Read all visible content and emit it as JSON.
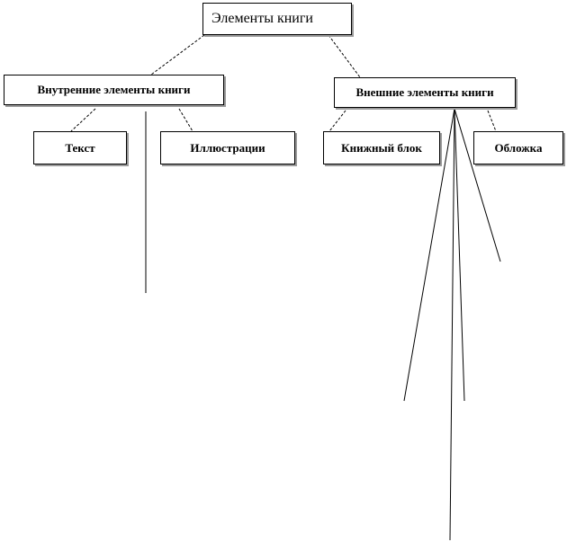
{
  "diagram": {
    "root": {
      "label": "Элементы книги"
    },
    "inner": {
      "label": "Внутренние элементы книги",
      "children": [
        "Текст",
        "Иллюстрации"
      ]
    },
    "outer": {
      "label": "Внешние элементы книги",
      "children": [
        "Книжный блок",
        "Обложка"
      ]
    }
  }
}
